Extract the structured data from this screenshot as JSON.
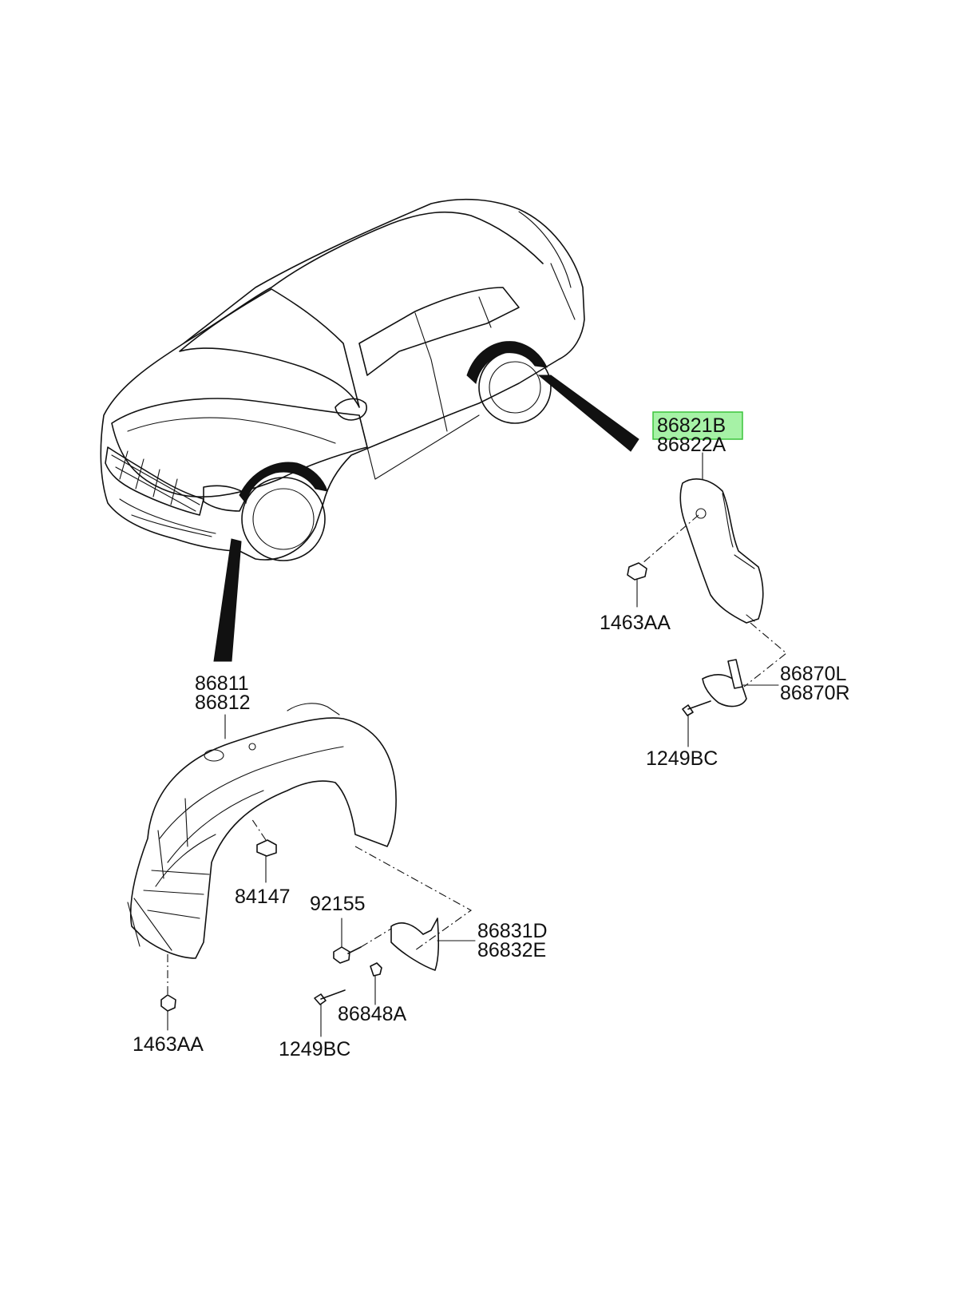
{
  "diagram": {
    "labels": {
      "rear_guard_upper": "86821B",
      "rear_guard_lower": "86822A",
      "rear_clip": "1463AA",
      "rear_flap_left": "86870L",
      "rear_flap_right": "86870R",
      "rear_flap_screw": "1249BC",
      "front_guard_upper": "86811",
      "front_guard_lower": "86812",
      "front_clip": "84147",
      "front_bolt": "92155",
      "front_flap_upper": "86831D",
      "front_flap_lower": "86832E",
      "front_flap_clip": "86848A",
      "front_flap_screw": "1249BC",
      "front_bottom_clip": "1463AA"
    },
    "highlight_color": "#a6f2a6",
    "highlight_border": "#3cc43c",
    "line_color": "#111111"
  }
}
